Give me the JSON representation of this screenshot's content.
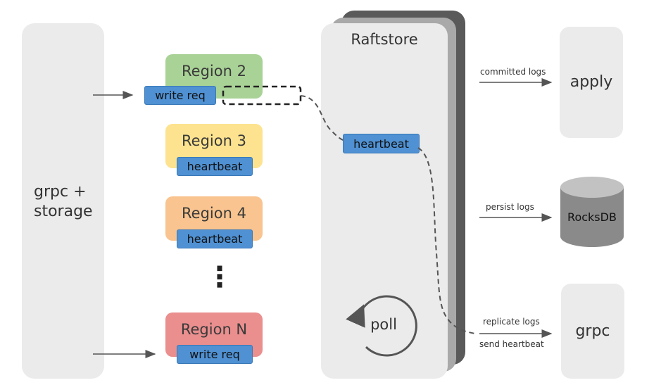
{
  "left_panel": {
    "label_line1": "grpc +",
    "label_line2": "storage"
  },
  "regions": [
    {
      "title": "Region 2",
      "tag": "write req",
      "color": "#a9d296"
    },
    {
      "title": "Region 3",
      "tag": "heartbeat",
      "color": "#fde38f"
    },
    {
      "title": "Region 4",
      "tag": "heartbeat",
      "color": "#f9c48f"
    },
    {
      "title": "Region N",
      "tag": "write req",
      "color": "#ea8e8e"
    }
  ],
  "ellipsis": "⋮",
  "raftstore": {
    "title": "Raftstore",
    "heartbeat_tag": "heartbeat",
    "poll_label": "poll"
  },
  "outputs": {
    "apply": {
      "label": "apply",
      "arrow_label": "committed logs"
    },
    "rocksdb": {
      "label": "RocksDB",
      "arrow_label": "persist logs"
    },
    "grpc": {
      "label": "grpc",
      "arrow_label_1": "replicate logs",
      "arrow_label_2": "send heartbeat"
    }
  },
  "colors": {
    "panel": "#ebebeb",
    "tag": "#4f91d3",
    "stack_dark": "#5a5a5a",
    "stack_mid": "#a9a9a9",
    "db": "#8a8a8a",
    "db_top": "#c2c2c2"
  }
}
